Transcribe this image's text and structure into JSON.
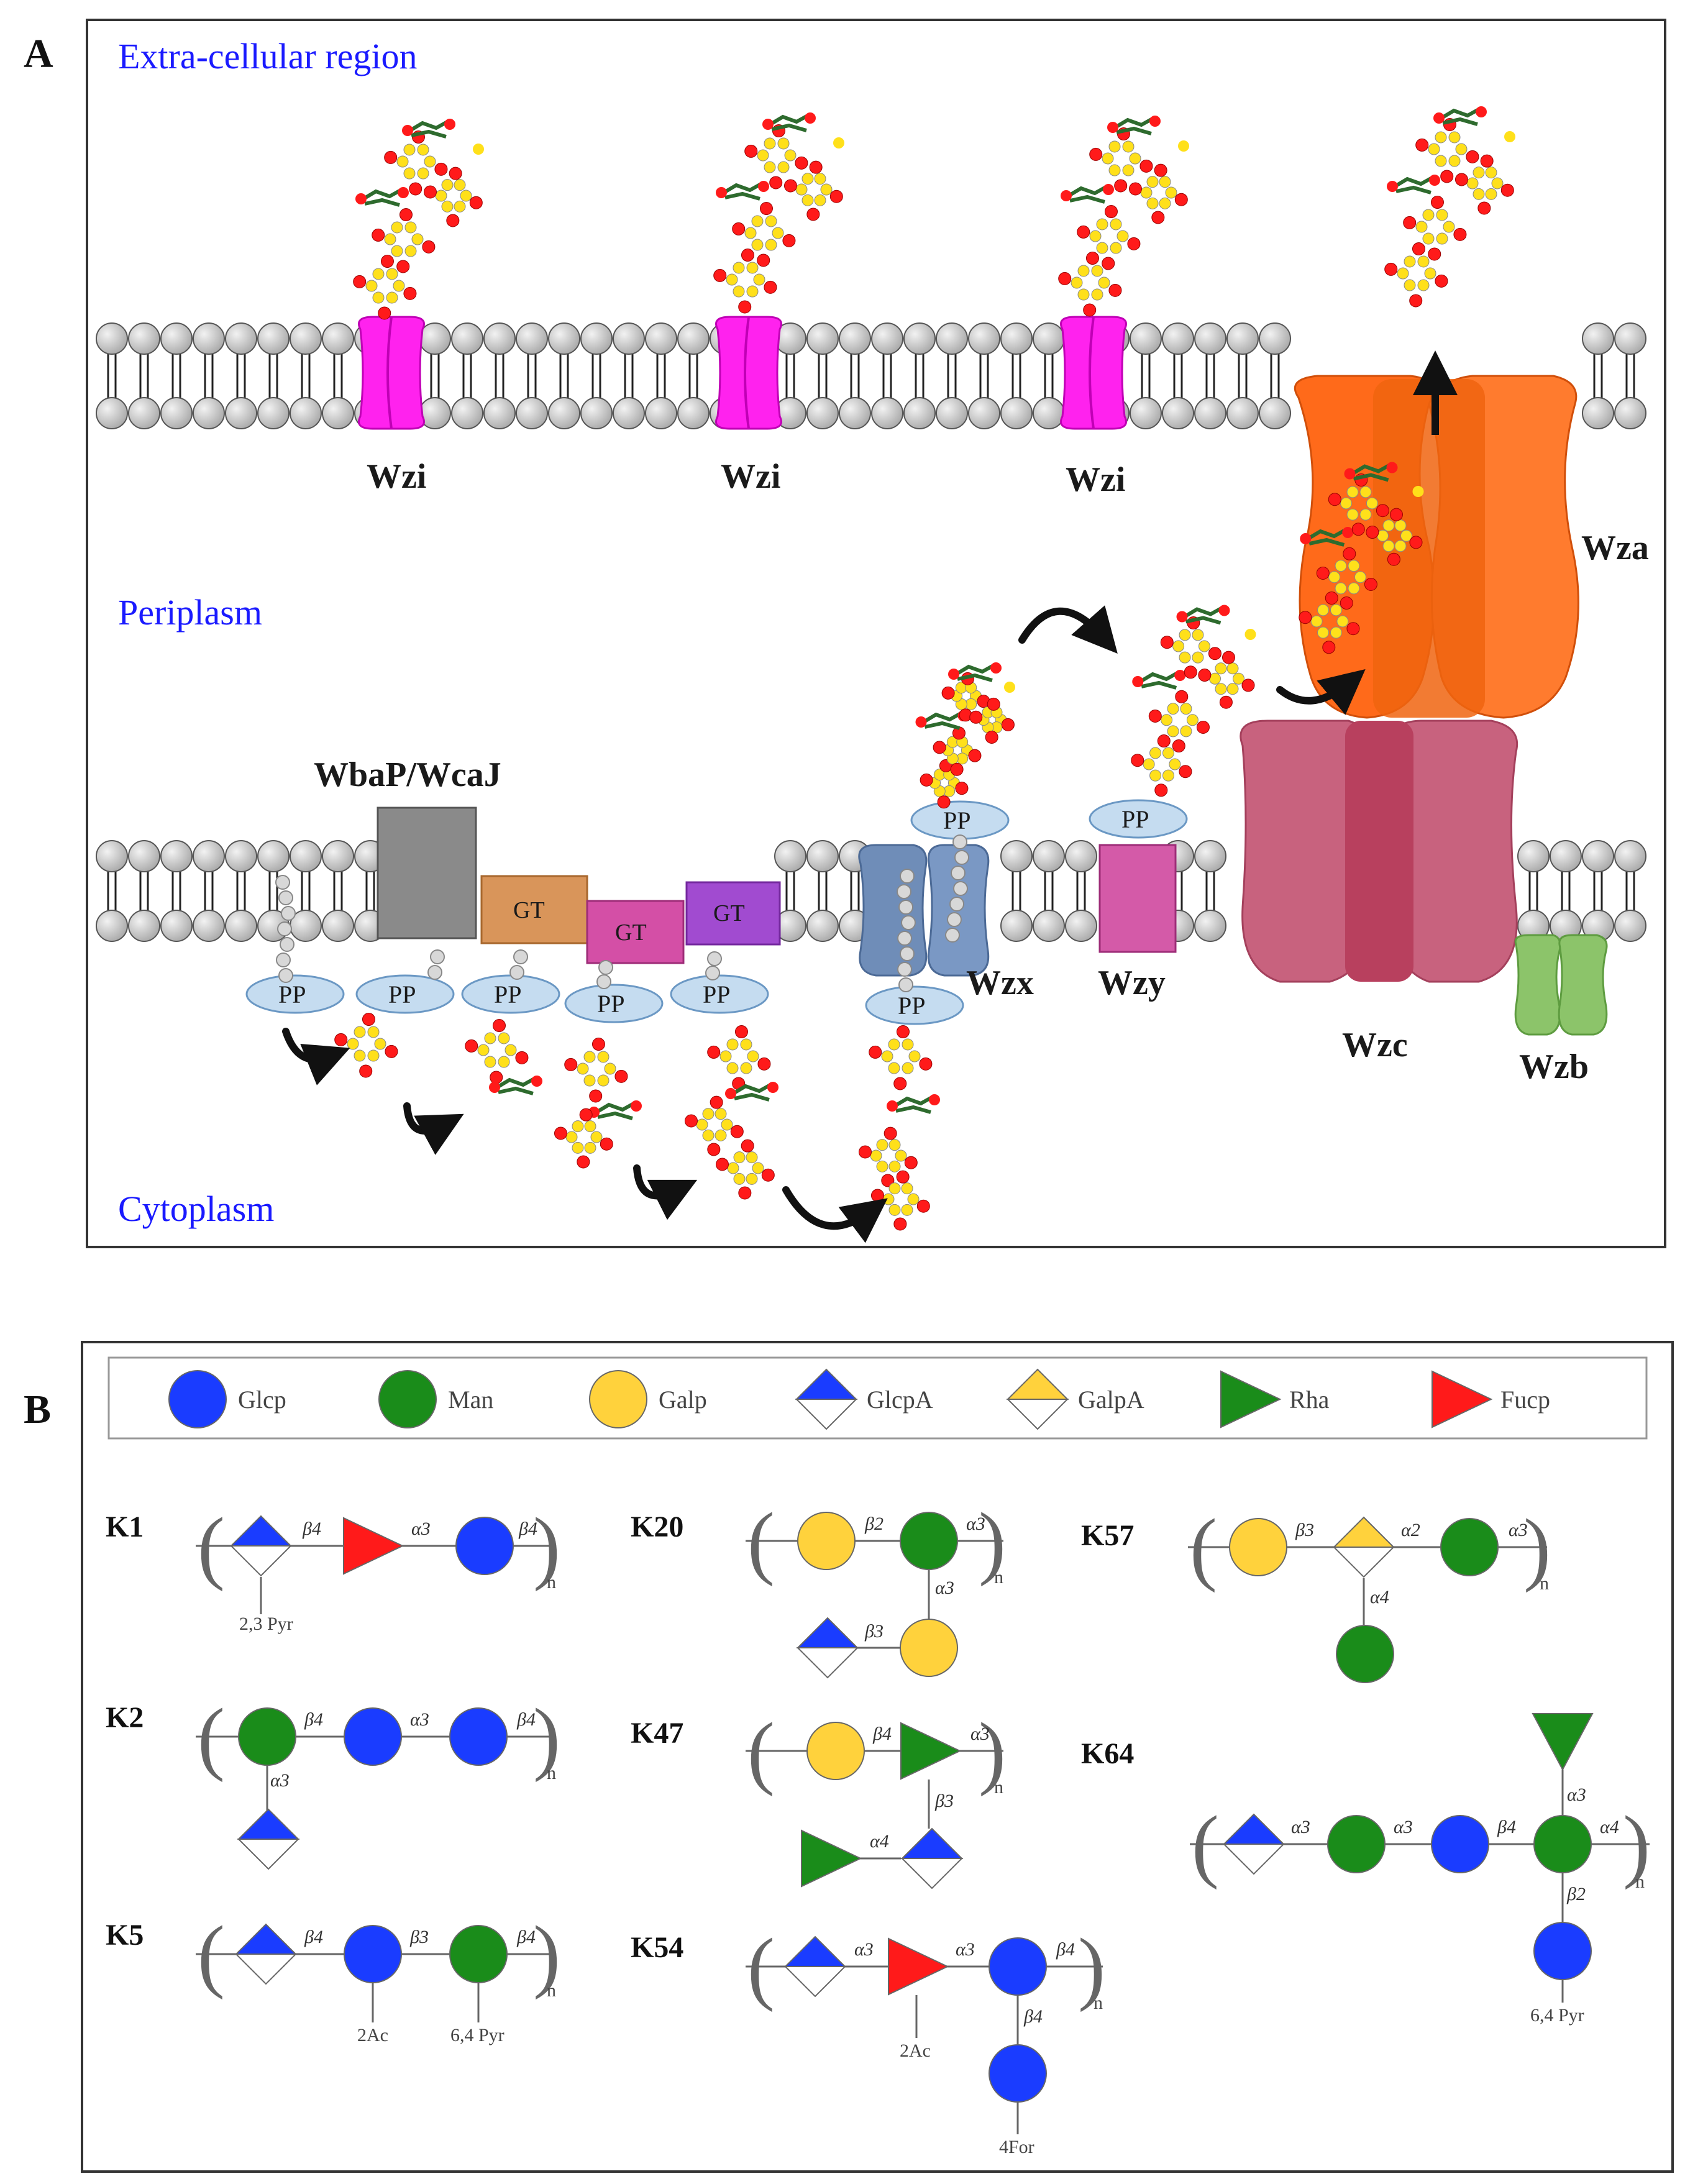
{
  "panel_a": {
    "letter": "A",
    "regions": {
      "extracellular": "Extra-cellular region",
      "periplasm": "Periplasm",
      "cytoplasm": "Cytoplasm"
    },
    "proteins": {
      "wzi": "Wzi",
      "wza": "Wza",
      "wbap": "WbaP/WcaJ",
      "wzx": "Wzx",
      "wzy": "Wzy",
      "wzc": "Wzc",
      "wzb": "Wzb"
    },
    "pp_label": "PP",
    "gt_label": "GT",
    "colors": {
      "wzi": "#ff00ff",
      "wza": "#ff6a1a",
      "wzc": "#c0506e",
      "wzb": "#7cbf5a",
      "wzx": "#6f8db8",
      "wzy": "#d45aa8",
      "wbap": "#8a8a8a",
      "gt1": "#d9955a",
      "gt2": "#d44fa6",
      "gt3": "#a14bd0",
      "pp": "#c5dcf0",
      "lipid_head": "#c4c4c4",
      "sugar_red": "#ff1a1a",
      "sugar_yellow": "#ffe01a",
      "sugar_blue": "#1a1aff",
      "sugar_green": "#2e6b2e"
    }
  },
  "panel_b": {
    "letter": "B",
    "legend": [
      {
        "label": "Glcp",
        "shape": "circle",
        "color": "#1a3cff"
      },
      {
        "label": "Man",
        "shape": "circle",
        "color": "#1a8c1a"
      },
      {
        "label": "Galp",
        "shape": "circle",
        "color": "#ffd23c"
      },
      {
        "label": "GlcpA",
        "shape": "diamond-top",
        "color": "#1a3cff"
      },
      {
        "label": "GalpA",
        "shape": "diamond-top",
        "color": "#ffd23c"
      },
      {
        "label": "Rha",
        "shape": "triangle-right",
        "color": "#1a8c1a"
      },
      {
        "label": "Fucp",
        "shape": "triangle-right",
        "color": "#ff1a1a"
      }
    ],
    "structures": {
      "k1": {
        "name": "K1",
        "links": [
          "β4",
          "α3",
          "β4"
        ],
        "sub": "2,3 Pyr",
        "n": "n"
      },
      "k2": {
        "name": "K2",
        "links": [
          "β4",
          "α3",
          "β4",
          "α3"
        ],
        "n": "n"
      },
      "k5": {
        "name": "K5",
        "links": [
          "β4",
          "β3",
          "β4"
        ],
        "sub1": "2Ac",
        "sub2": "6,4 Pyr",
        "n": "n"
      },
      "k20": {
        "name": "K20",
        "links": [
          "β2",
          "α3",
          "α3",
          "β3"
        ],
        "n": "n"
      },
      "k47": {
        "name": "K47",
        "links": [
          "β4",
          "α3",
          "β3",
          "α4"
        ],
        "n": "n"
      },
      "k54": {
        "name": "K54",
        "links": [
          "α3",
          "α3",
          "β4",
          "β4"
        ],
        "sub1": "2Ac",
        "sub2": "4For",
        "n": "n"
      },
      "k57": {
        "name": "K57",
        "links": [
          "β3",
          "α2",
          "α3",
          "α4"
        ],
        "n": "n"
      },
      "k64": {
        "name": "K64",
        "links": [
          "α3",
          "α3",
          "β4",
          "α4",
          "α3",
          "β2"
        ],
        "sub": "6,4 Pyr",
        "n": "n"
      }
    }
  }
}
